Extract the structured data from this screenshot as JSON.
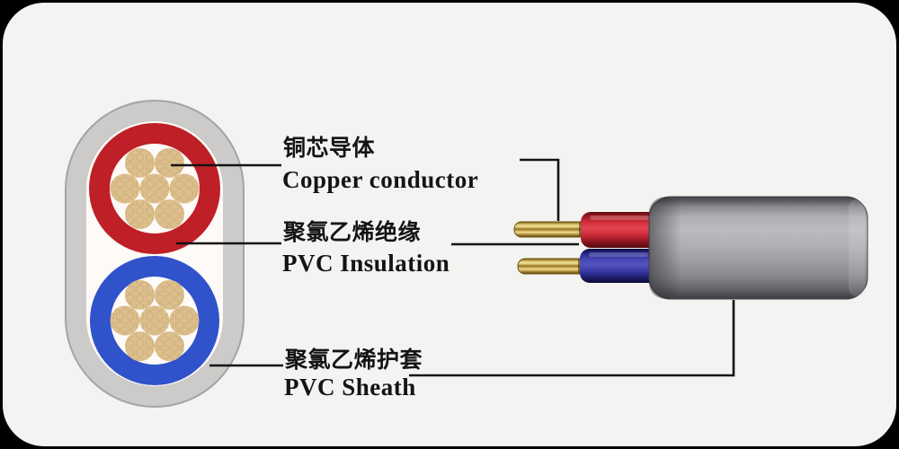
{
  "callouts": {
    "conductor": {
      "zh": "铜芯导体",
      "en": "Copper conductor"
    },
    "insulation": {
      "zh": "聚氯乙烯绝缘",
      "en": "PVC Insulation"
    },
    "sheath": {
      "zh": "聚氯乙烯护套",
      "en": "PVC Sheath"
    }
  },
  "colors": {
    "frame": "#000000",
    "card": "#f4f3f1",
    "text": "#141414",
    "callout_line": "#141414",
    "cross_section": {
      "sheath_gray": "#cccbc9",
      "sheath_border": "#a5a4a2",
      "inner_white": "#fdfaf7",
      "insulation_red": "#bf1f27",
      "insulation_blue": "#3052cb",
      "copper_strand": "#ddbf8e",
      "strand_texture": "#cdb07a"
    },
    "cable_3d": {
      "sheath_gray": "#b2b2b6",
      "insulation_red": "#d4303c",
      "insulation_blue": "#4646b2",
      "copper": "#d9c06a"
    }
  }
}
